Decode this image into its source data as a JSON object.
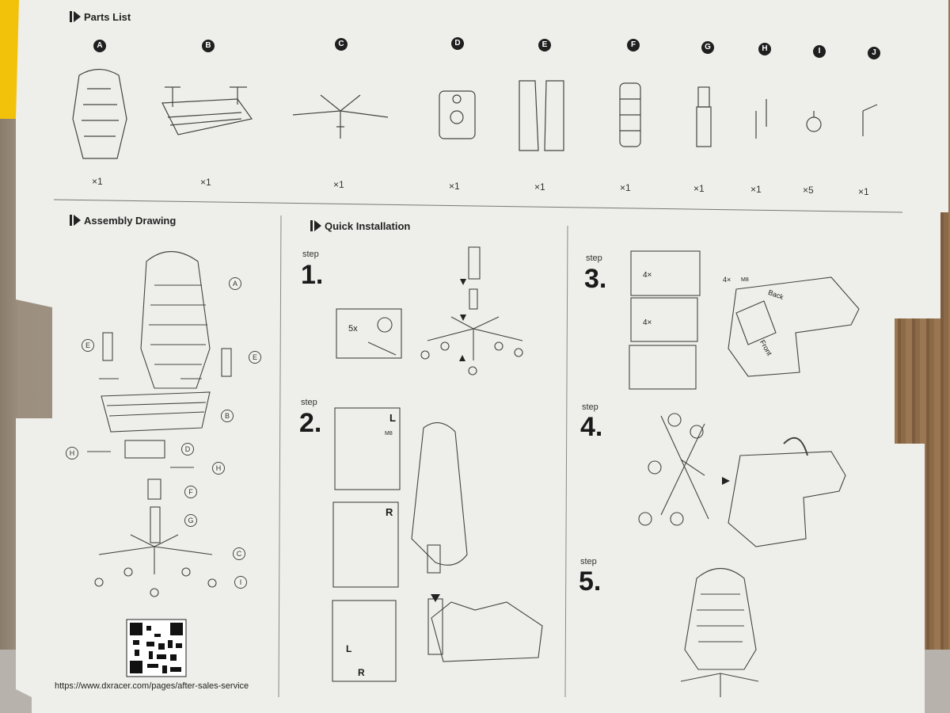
{
  "parts_list": {
    "title": "Parts List",
    "parts": [
      {
        "letter": "A",
        "qty": "×1"
      },
      {
        "letter": "B",
        "qty": "×1"
      },
      {
        "letter": "C",
        "qty": "×1"
      },
      {
        "letter": "D",
        "qty": "×1"
      },
      {
        "letter": "E",
        "qty": "×1"
      },
      {
        "letter": "F",
        "qty": "×1"
      },
      {
        "letter": "G",
        "qty": "×1"
      },
      {
        "letter": "H",
        "qty": "×1"
      },
      {
        "letter": "I",
        "qty": "×5"
      },
      {
        "letter": "J",
        "qty": "×1"
      }
    ]
  },
  "assembly": {
    "title": "Assembly Drawing",
    "labels": [
      "A",
      "E",
      "E",
      "B",
      "H",
      "D",
      "H",
      "F",
      "G",
      "C",
      "I"
    ],
    "url": "https://www.dxracer.com/pages/after-sales-service"
  },
  "quick": {
    "title": "Quick Installation",
    "step_word": "step",
    "steps": [
      "1.",
      "2.",
      "3.",
      "4.",
      "5."
    ],
    "step1_casters": "5x",
    "step2_left": "L",
    "step2_right": "R",
    "step2_m8": "M8",
    "step3_qty": "4×",
    "step3_m8": "M8",
    "step3_back": "Back",
    "step3_front": "Front",
    "step2_panel_L": "L",
    "step2_panel_R": "R"
  }
}
